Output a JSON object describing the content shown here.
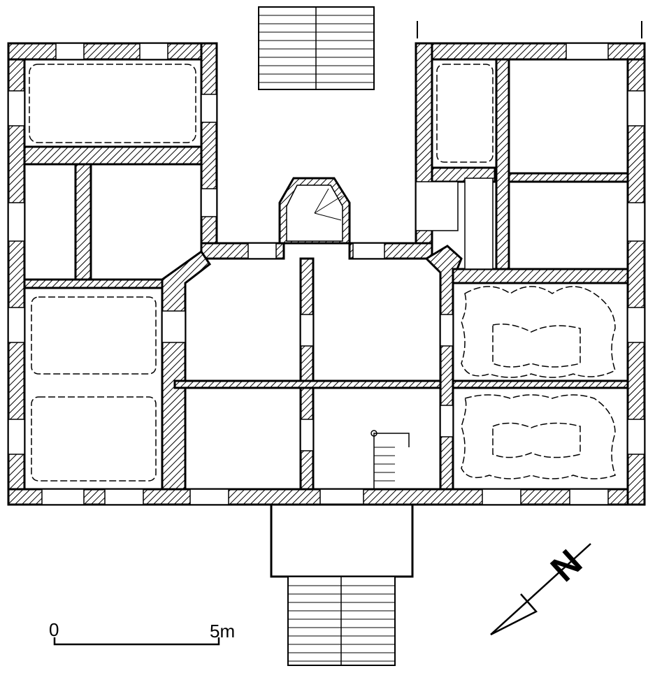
{
  "title": "Floor plan",
  "scale_bar": {
    "start_label": "0",
    "end_label": "5m",
    "length_m": 5
  },
  "north_arrow": {
    "letter": "N"
  },
  "colors": {
    "ink": "#000000",
    "paper": "#ffffff"
  }
}
